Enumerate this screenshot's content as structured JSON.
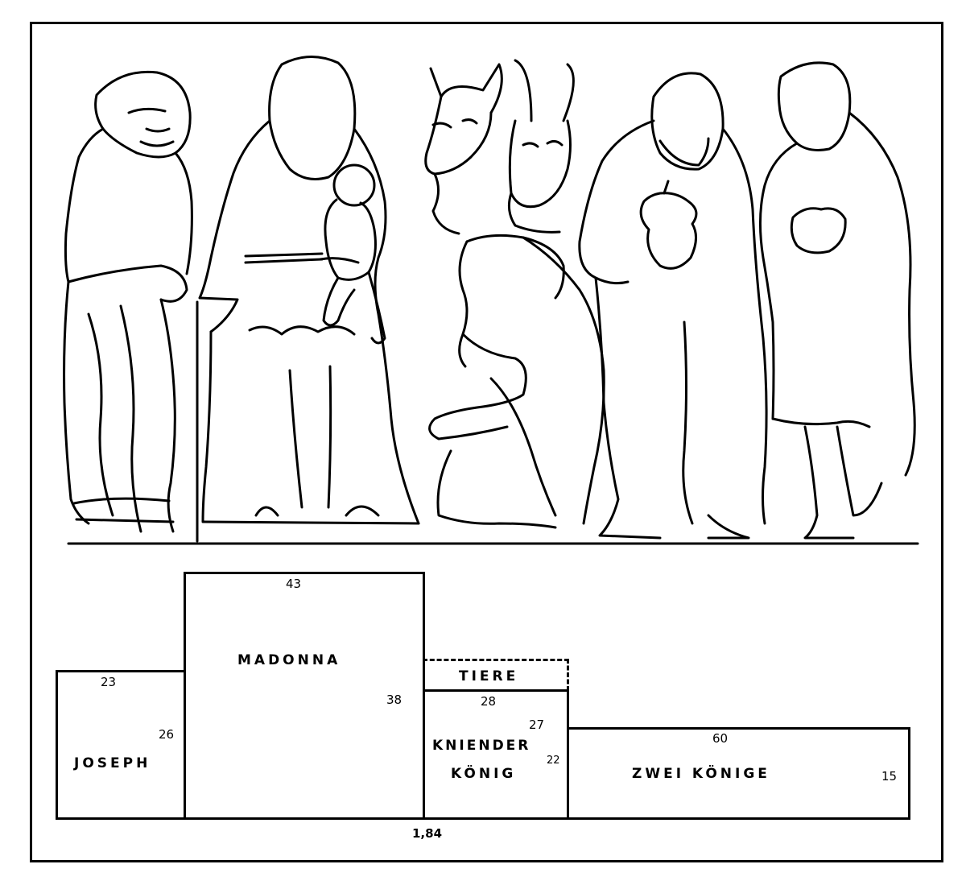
{
  "figures": [
    "joseph",
    "madonna",
    "child",
    "ox",
    "donkey",
    "kneeling-king",
    "standing-king-1",
    "standing-king-2"
  ],
  "plan": {
    "sections": [
      {
        "id": "joseph",
        "label": "JOSEPH",
        "width_dim": "23",
        "height_dim": "26"
      },
      {
        "id": "madonna",
        "label": "MADONNA",
        "width_dim": "43",
        "height_dim": "38"
      },
      {
        "id": "tiere",
        "label": "TIERE"
      },
      {
        "id": "kniender",
        "label_line1": "KNIENDER",
        "label_line2": "KÖNIG",
        "width_dim": "28",
        "height_dim_top": "27",
        "height_dim_side": "22"
      },
      {
        "id": "zwei",
        "label": "ZWEI KÖNIGE",
        "width_dim": "60",
        "height_dim": "15"
      }
    ],
    "total_width": "1,84"
  }
}
